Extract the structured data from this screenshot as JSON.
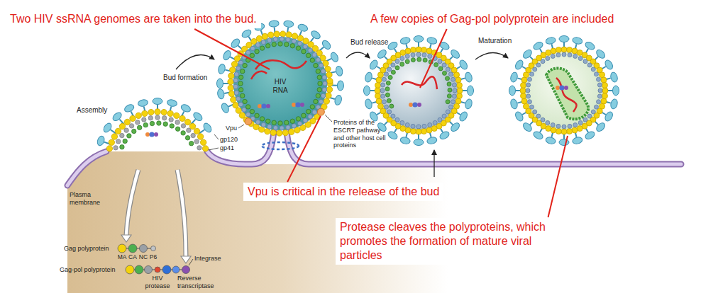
{
  "diagram": {
    "labels": [
      "Two HIV ssRNA genomes are taken into the bud.",
      "A few copies of Gag-pol polyprotein are included",
      "Bud release",
      "Maturation",
      "Bud formation",
      "HIV RNA",
      "Assembly",
      "gp120",
      "gp41",
      "Vpu",
      "Proteins of the ESCRT pathway and other host cell proteins",
      "Vpu is critical in the release of the bud",
      "Plasma membrane",
      "Gag polyprotein",
      "MA",
      "CA",
      "NC",
      "P6",
      "Gag-pol polyprotein",
      "HIV protease",
      "Reverse transcriptase",
      "Integrase",
      "Protease cleaves the polyproteins, which promotes the formation of mature viral particles"
    ]
  }
}
